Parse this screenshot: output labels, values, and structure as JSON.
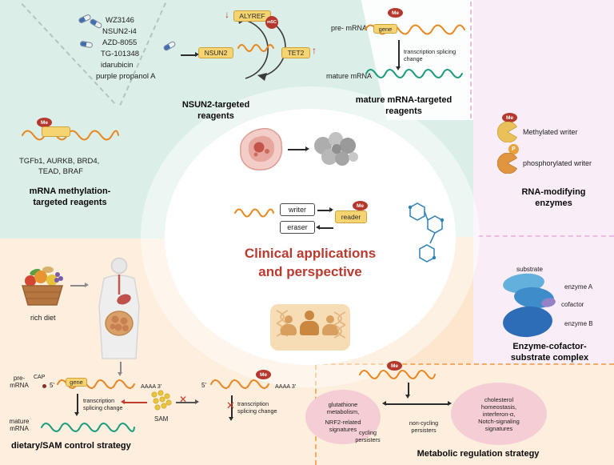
{
  "nsun2": {
    "drugs": [
      "WZ3146",
      "NSUN2-i4",
      "AZD-8055",
      "TG-101348",
      "idarubicin",
      "purple propanol A"
    ],
    "alyref_label": "ALYREF",
    "down_arrow": "↓",
    "up_arrow": "↑",
    "m5c_label": "m5C",
    "nsun2_label": "NSUN2",
    "tet2_label": "TET2",
    "title_line1": "NSUN2-targeted",
    "title_line2": "reagents"
  },
  "mature": {
    "me_label": "Me",
    "pre_mrna_label": "pre- mRNA",
    "gene_label": "gene",
    "process_label": "transcription splicing change",
    "mature_mrna_label": "mature mRNA",
    "title_line1": "mature mRNA-targeted",
    "title_line2": "reagents"
  },
  "methylation": {
    "me_label": "Me",
    "genes_line1": "TGFb1, AURKB, BRD4,",
    "genes_line2": "TEAD, BRAF",
    "title_line1": "mRNA methylation-",
    "title_line2": "targeted reagents"
  },
  "enzymes": {
    "me_label": "Me",
    "p_label": "P",
    "methylated_label": "Methylated writer",
    "phosphorylated_label": "phosphorylated writer",
    "title_line1": "RNA-modifying",
    "title_line2": "enzymes"
  },
  "complex": {
    "substrate_label": "substrate",
    "enzyme_a_label": "enzyme A",
    "cofactor_label": "cofactor",
    "enzyme_b_label": "enzyme B",
    "title_line1": "Enzyme-cofactor-",
    "title_line2": "substrate complex"
  },
  "center": {
    "writer_label": "writer",
    "eraser_label": "eraser",
    "reader_label": "reader",
    "me_label": "Me",
    "title_line1": "Clinical applications",
    "title_line2": "and perspective"
  },
  "dietary": {
    "rich_diet_label": "rich diet",
    "pre_label": "pre-",
    "mrna_label": "mRNA",
    "cap_label": "CAP",
    "five_prime": "5'",
    "gene_label": "gene",
    "polya_label": "AAAA 3'",
    "process_line1": "transcription",
    "process_line2": "splicing change",
    "mature_label": "mature",
    "mature_label2": "mRNA",
    "sam_label": "SAM",
    "five_prime2": "5'",
    "me_label": "Me",
    "polya_label2": "AAAA 3'",
    "blocked_line1": "transcription",
    "blocked_line2": "splicing change",
    "x_mark": "✕",
    "title": "dietary/SAM control strategy"
  },
  "metabolic": {
    "me_label": "Me",
    "left_line1": "glutathione",
    "left_line2": "metabolism,",
    "left_line3": "NRF2-related",
    "left_line4": "signatures",
    "cycling_line1": "cycling",
    "cycling_line2": "persisters",
    "noncycling_line1": "non-cycling",
    "noncycling_line2": "persisters",
    "right_line1": "cholesterol",
    "right_line2": "homeostasis,",
    "right_line3": "interferon-α,",
    "right_line4": "Notch-signaling",
    "right_line5": "signatures",
    "title": "Metabolic regulation strategy"
  },
  "colors": {
    "teal_bg": "#dceee8",
    "pink_bg": "#f9edf7",
    "peach_bg": "#fdeede",
    "accent_red": "#b5382d",
    "rna_orange": "#e8871f",
    "rna_green": "#1b9b7e",
    "box_yellow": "#f7d472"
  }
}
